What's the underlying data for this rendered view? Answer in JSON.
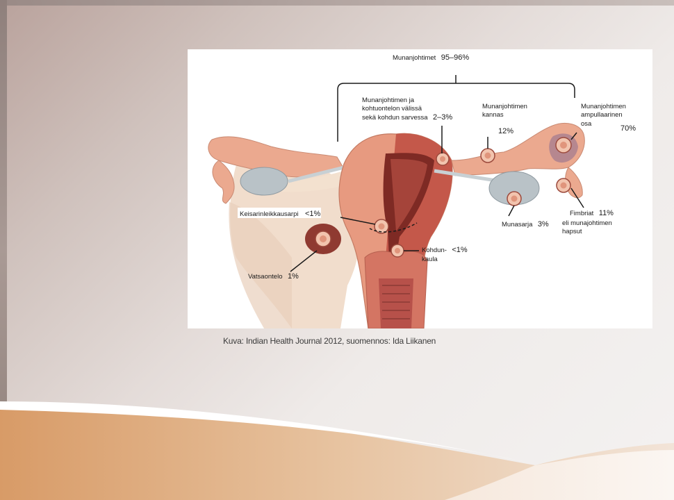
{
  "diagram": {
    "title": {
      "text": "Munanjohtimet",
      "pct": "95–96%"
    },
    "labels": {
      "interstitial": {
        "lines": [
          "Munanjohtimen ja",
          "kohtuontelon välissä"
        ],
        "last": "sekä kohdun sarvessa",
        "pct": "2–3%"
      },
      "isthmus": {
        "lines": [
          "Munanjohtimen",
          "kannas"
        ],
        "pct": "12%"
      },
      "ampulla": {
        "lines": [
          "Munanjohtimen",
          "ampullaarinen",
          "osa"
        ],
        "pct": "70%"
      },
      "cesarean": {
        "text": "Keisarinleikkausarpi",
        "pct": "<1%"
      },
      "fimbria": {
        "text": "Fimbriat",
        "pct": "11%",
        "lines": [
          "eli munajohtimen",
          "hapsut"
        ]
      },
      "ovary": {
        "text": "Munasarja",
        "pct": "3%"
      },
      "cervix": {
        "lines": [
          "Kohdun-",
          "kaula"
        ],
        "pct": "<1%"
      },
      "abdominal": {
        "text": "Vatsaontelo",
        "pct": "1%"
      }
    }
  },
  "caption": "Kuva:  Indian Health Journal 2012, suomennos: Ida Liikanen",
  "colors": {
    "accent": "#c07b6a",
    "tissue": "#eba98f",
    "muscle": "#c4584a",
    "ovary": "#b9c2c7"
  }
}
